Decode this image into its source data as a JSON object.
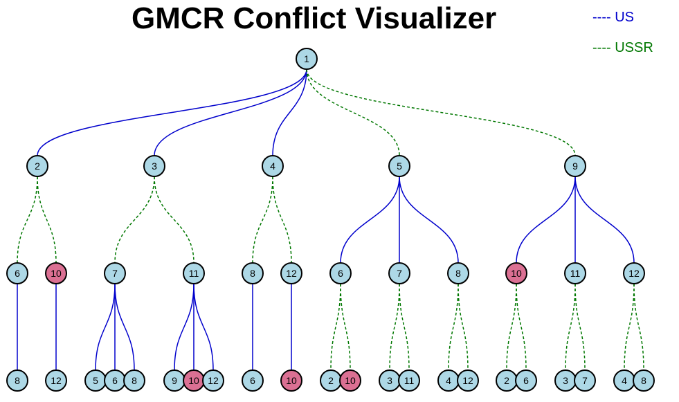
{
  "title": "GMCR Conflict Visualizer",
  "legend": [
    {
      "label": "---- US",
      "player": "US",
      "color": "#0000cc",
      "line_style": "solid"
    },
    {
      "label": "---- USSR",
      "player": "USSR",
      "color": "#007700",
      "line_style": "dashed"
    }
  ],
  "colors": {
    "node_normal": "#add8e6",
    "node_highlight": "#db7093",
    "node_border": "#000000"
  },
  "tree": {
    "id": "1",
    "children": [
      {
        "id": "2",
        "mover": "US",
        "children": [
          {
            "id": "6",
            "mover": "USSR",
            "children": [
              {
                "id": "8",
                "mover": "US"
              }
            ]
          },
          {
            "id": "10",
            "mover": "USSR",
            "highlight": true,
            "children": [
              {
                "id": "12",
                "mover": "US"
              }
            ]
          }
        ]
      },
      {
        "id": "3",
        "mover": "US",
        "children": [
          {
            "id": "7",
            "mover": "USSR",
            "children": [
              {
                "id": "5",
                "mover": "US"
              },
              {
                "id": "6",
                "mover": "US"
              },
              {
                "id": "8",
                "mover": "US"
              }
            ]
          },
          {
            "id": "11",
            "mover": "USSR",
            "children": [
              {
                "id": "9",
                "mover": "US"
              },
              {
                "id": "10",
                "mover": "US",
                "highlight": true
              },
              {
                "id": "12",
                "mover": "US"
              }
            ]
          }
        ]
      },
      {
        "id": "4",
        "mover": "US",
        "children": [
          {
            "id": "8",
            "mover": "USSR",
            "children": [
              {
                "id": "6",
                "mover": "US"
              }
            ]
          },
          {
            "id": "12",
            "mover": "USSR",
            "children": [
              {
                "id": "10",
                "mover": "US",
                "highlight": true
              }
            ]
          }
        ]
      },
      {
        "id": "5",
        "mover": "USSR",
        "children": [
          {
            "id": "6",
            "mover": "US",
            "children": [
              {
                "id": "2",
                "mover": "USSR"
              },
              {
                "id": "10",
                "mover": "USSR",
                "highlight": true
              }
            ]
          },
          {
            "id": "7",
            "mover": "US",
            "children": [
              {
                "id": "3",
                "mover": "USSR"
              },
              {
                "id": "11",
                "mover": "USSR"
              }
            ]
          },
          {
            "id": "8",
            "mover": "US",
            "children": [
              {
                "id": "4",
                "mover": "USSR"
              },
              {
                "id": "12",
                "mover": "USSR"
              }
            ]
          }
        ]
      },
      {
        "id": "9",
        "mover": "USSR",
        "children": [
          {
            "id": "10",
            "mover": "US",
            "highlight": true,
            "children": [
              {
                "id": "2",
                "mover": "USSR"
              },
              {
                "id": "6",
                "mover": "USSR"
              }
            ]
          },
          {
            "id": "11",
            "mover": "US",
            "children": [
              {
                "id": "3",
                "mover": "USSR"
              },
              {
                "id": "7",
                "mover": "USSR"
              }
            ]
          },
          {
            "id": "12",
            "mover": "US",
            "children": [
              {
                "id": "4",
                "mover": "USSR"
              },
              {
                "id": "8",
                "mover": "USSR"
              }
            ]
          }
        ]
      }
    ]
  }
}
